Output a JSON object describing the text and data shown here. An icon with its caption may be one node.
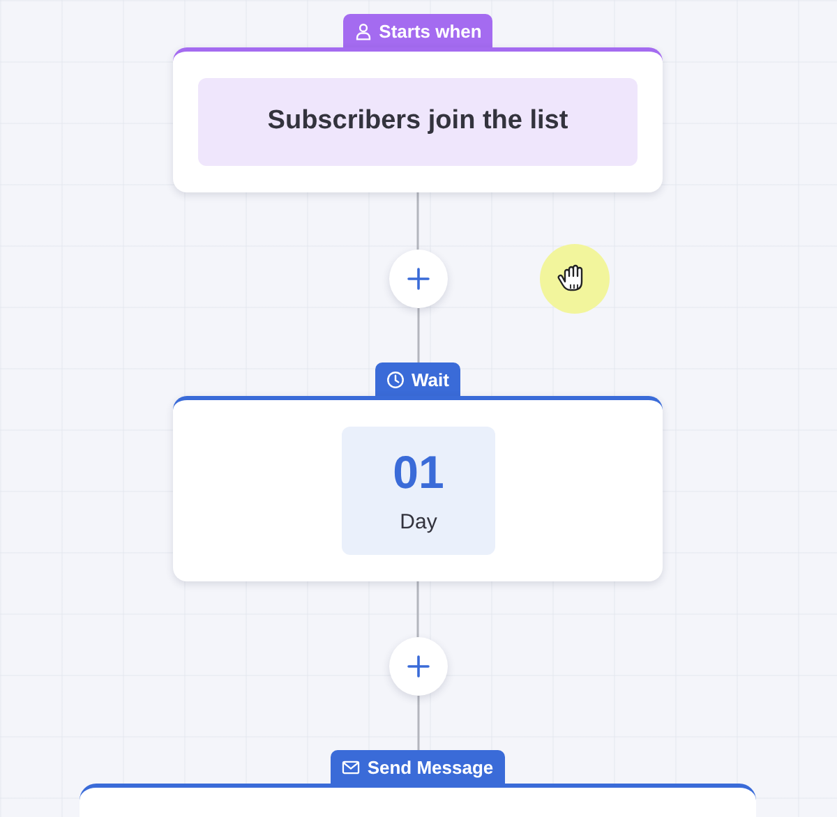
{
  "diagram": {
    "nodes": [
      {
        "text": [
          "Starts when"
        ]
      },
      {
        "text": [
          "Subscribers join the list"
        ],
        "in": 0
      },
      {
        "text": [],
        "shape": "circle"
      },
      {
        "text": [
          "Wait"
        ]
      },
      {
        "text": [
          "01",
          "Day"
        ],
        "in": 3
      },
      {
        "text": [],
        "shape": "circle"
      },
      {
        "text": [
          "Send Message"
        ]
      }
    ],
    "edges": [
      {
        "from": 0,
        "to": 2,
        "arrow": "none"
      },
      {
        "from": 2,
        "to": 3,
        "arrow": "none"
      },
      {
        "from": 3,
        "to": 5,
        "arrow": "none"
      },
      {
        "from": 5,
        "to": 6,
        "arrow": "none"
      }
    ]
  }
}
